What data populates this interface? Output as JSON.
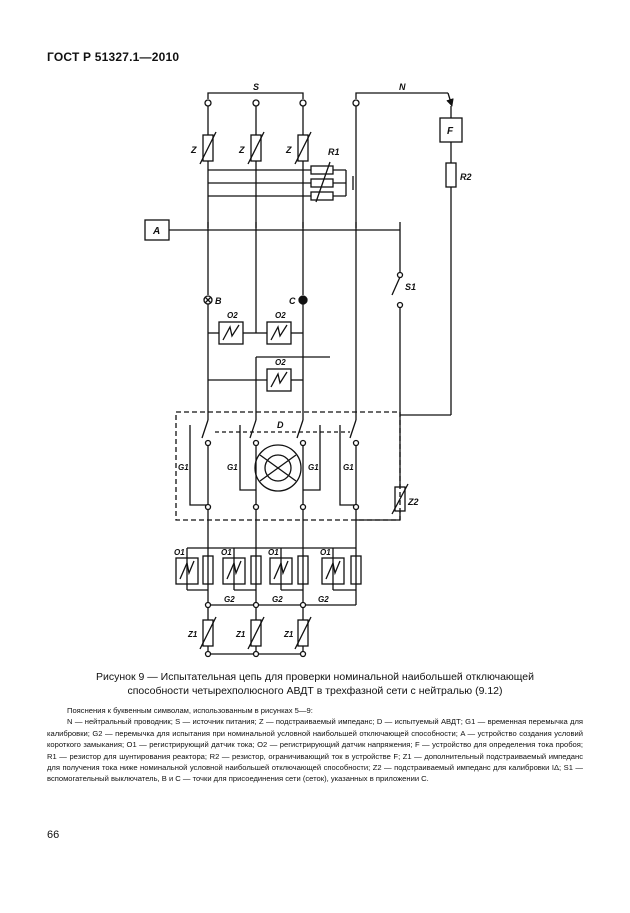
{
  "header": "ГОСТ Р 51327.1—2010",
  "labels": {
    "S": "S",
    "N": "N",
    "F": "F",
    "R1": "R1",
    "R2": "R2",
    "Z": "Z",
    "A": "A",
    "S1": "S1",
    "B": "B",
    "C": "C",
    "O2": "O2",
    "D": "D",
    "G1": "G1",
    "Z2": "Z2",
    "O1": "O1",
    "G2": "G2",
    "Z1": "Z1"
  },
  "caption": {
    "line1": "Рисунок 9 — Испытательная цепь для проверки номинальной наибольшей отключающей",
    "line2": "способности четырехполюсного АВДТ в трехфазной сети  с нейтралью (9.12)"
  },
  "legend": {
    "intro": "Пояснения к буквенным символам, использованным в рисунках 5—9:",
    "text": "N — нейтральный проводник; S — источник питания; Z — подстраиваемый импеданс; D — испытуемый АВДТ; G1 — временная перемычка для калибровки; G2 — перемычка для испытания при номинальной условной наибольшей отключающей способности; A — устройство создания условий короткого замыкания; O1 — регистрирующий датчик тока; O2 — регистрирующий датчик напряжения; F — устройство для определения тока пробоя; R1 — резистор для шунтирования реактора; R2 — резистор, ограничивающий ток в устройстве F; Z1 — дополнительный подстраиваемый импеданс для получения тока ниже номинальной условной наибольшей отключающей способности; Z2 — подстраиваемый импеданс для калибровки IΔ; S1 — вспомогательный выключатель, B и C — точки для присоединения сети (сеток), указанных в приложении С."
  },
  "page_number": "66"
}
